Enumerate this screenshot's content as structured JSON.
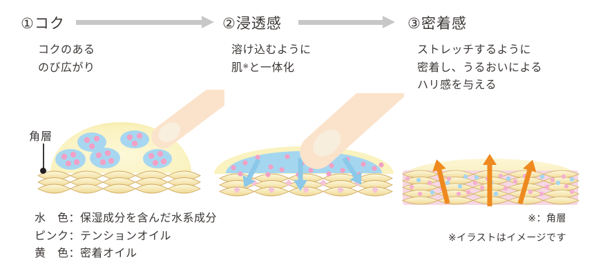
{
  "sections": [
    {
      "title": "①コク",
      "desc": [
        "コクのある",
        "のび広がり"
      ]
    },
    {
      "title": "②浸透感",
      "desc": [
        "溶け込むように"
      ],
      "desc2": {
        "pre": "肌",
        "sup": "※",
        "post": "と一体化"
      }
    },
    {
      "title": "③密着感",
      "desc": [
        "ストレッチするように",
        "密着し、うるおいによる",
        "ハリ感を与える"
      ]
    }
  ],
  "illustration1": {
    "layer_label": "角層"
  },
  "legend": {
    "lines": [
      "水　色：保湿成分を含んだ水系成分",
      "ピンク：テンションオイル",
      "黄　色：密着オイル"
    ]
  },
  "notes": {
    "line1": "※：角層",
    "line2": "※イラストはイメージです"
  },
  "colors": {
    "water_blue": "#a5d6f0",
    "tension_oil_pink": "#f2a0c5",
    "adhesion_oil_yellow": "#f9f1bd",
    "lift_arrow_orange": "#ee8a1f",
    "flow_arrow_gray": "#c7c7c7",
    "skin_cell_cream": "#fbf0c6",
    "finger_skin": "#fbe3cb",
    "text": "#3a3634"
  }
}
